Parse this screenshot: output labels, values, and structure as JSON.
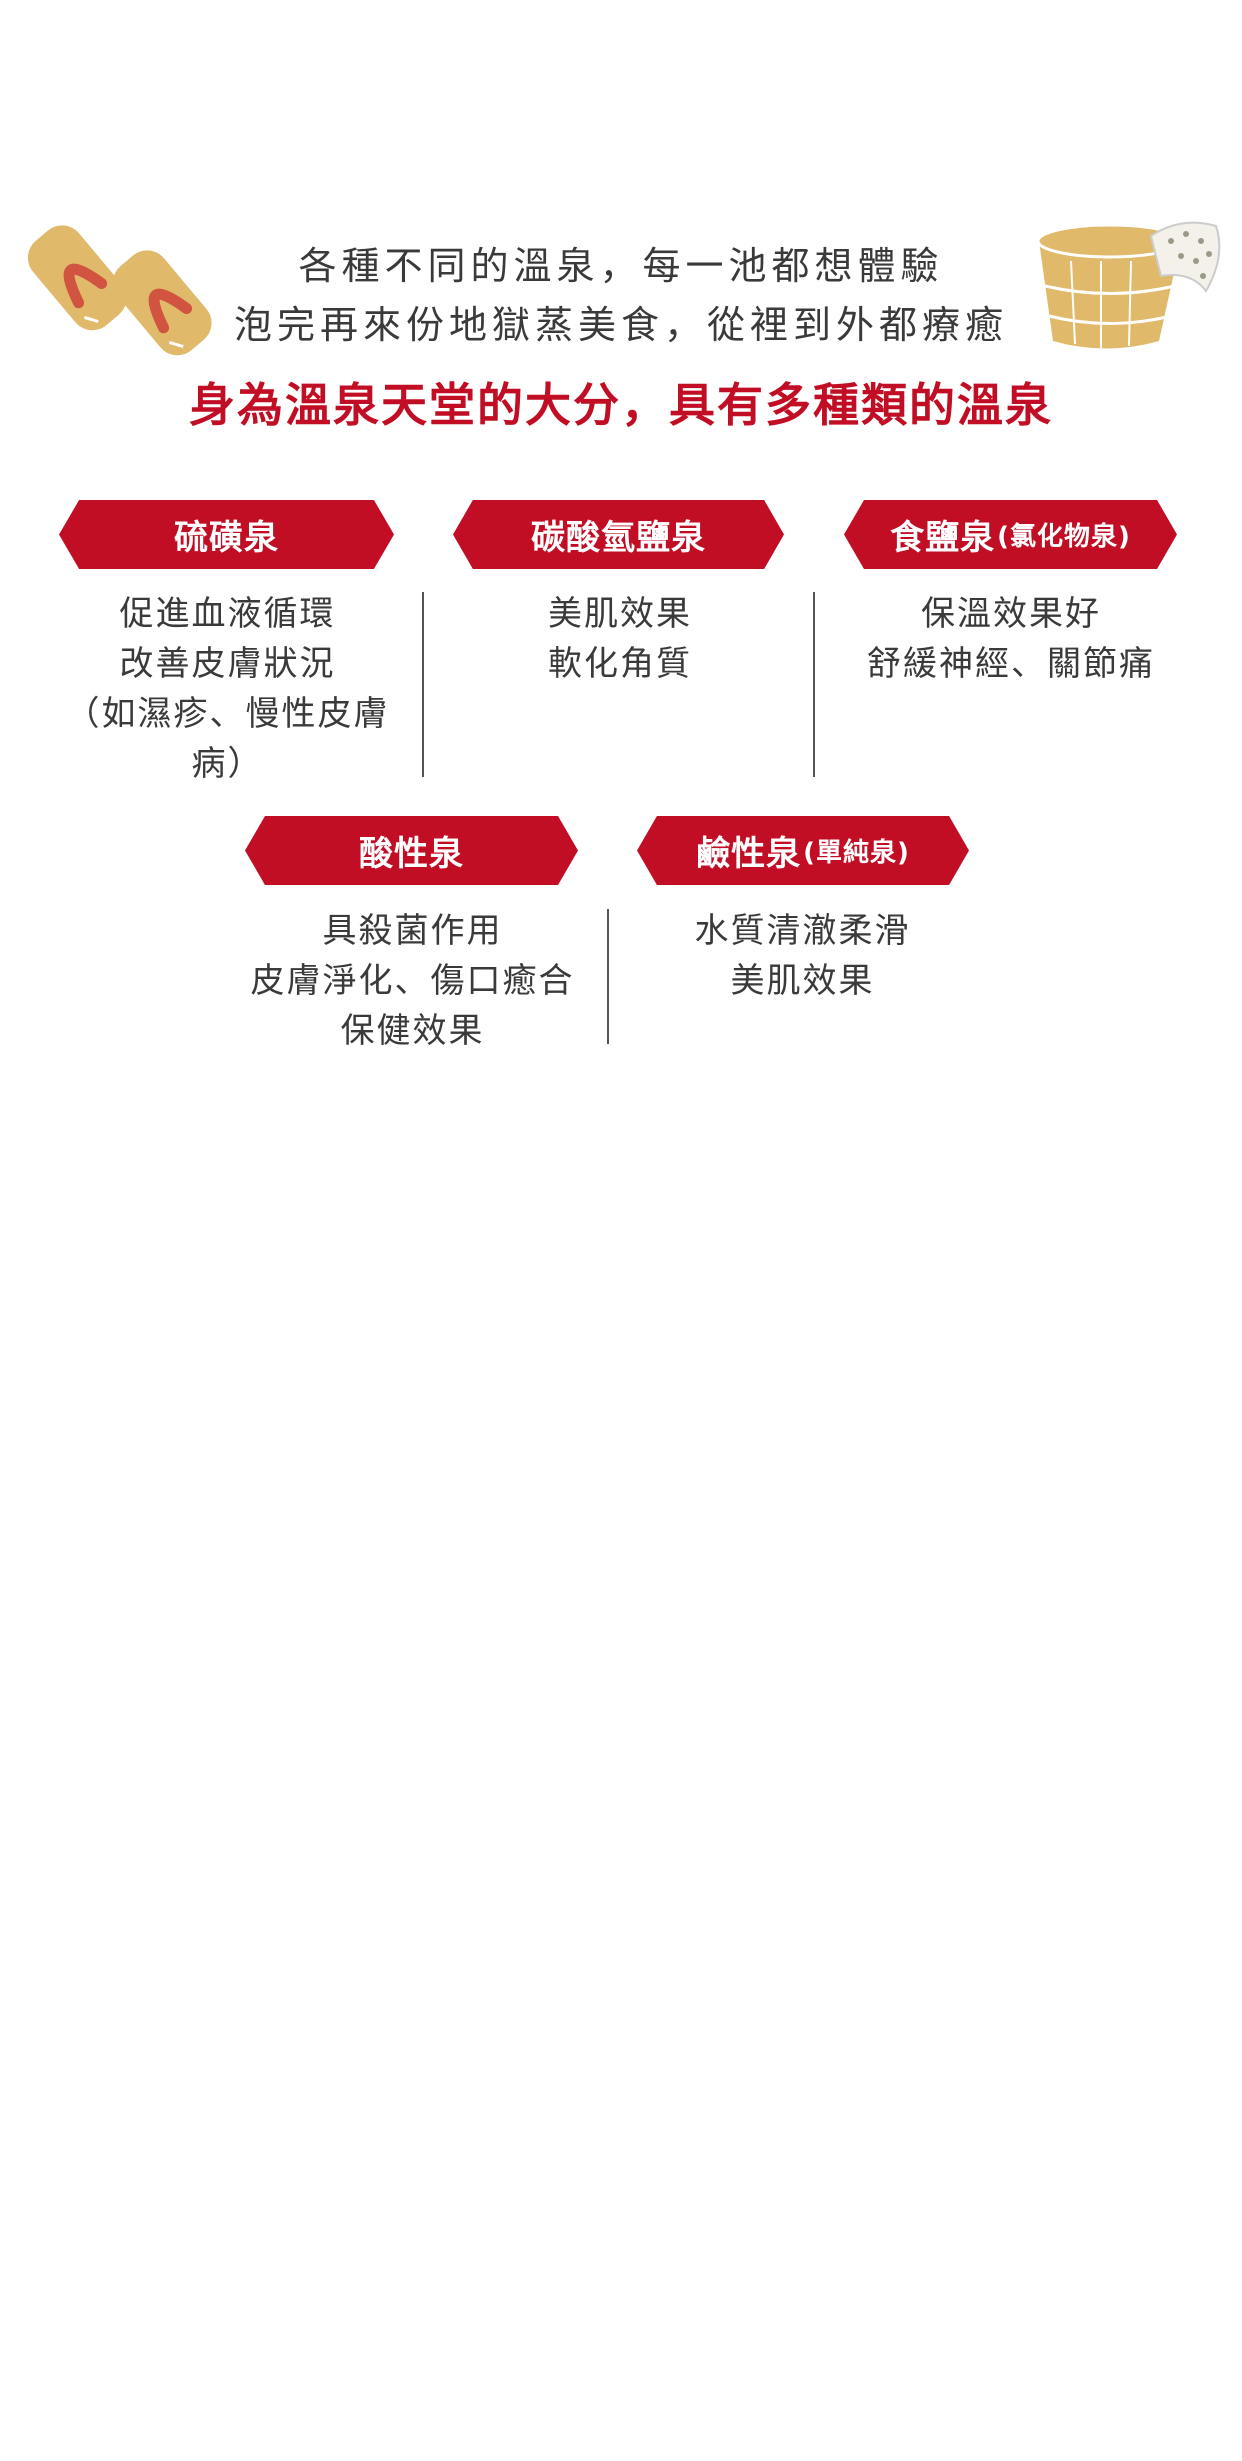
{
  "intro": {
    "line1": "各種不同的溫泉，每一池都想體驗",
    "line2": "泡完再來份地獄蒸美食，從裡到外都療癒"
  },
  "headline": "身為溫泉天堂的大分，具有多種類的溫泉",
  "colors": {
    "accent": "#c20e25",
    "gold": "#e0b96a",
    "text": "#3a3a3a"
  },
  "springs": [
    {
      "name": "硫磺泉",
      "sub": "",
      "lines": [
        "促進血液循環",
        "改善皮膚狀況",
        "（如濕疹、慢性皮膚",
        "病）"
      ]
    },
    {
      "name": "碳酸氫鹽泉",
      "sub": "",
      "lines": [
        "美肌效果",
        "軟化角質"
      ]
    },
    {
      "name": "食鹽泉",
      "sub": "(氯化物泉)",
      "lines": [
        "保溫效果好",
        "舒緩神經、關節痛"
      ]
    },
    {
      "name": "酸性泉",
      "sub": "",
      "lines": [
        "具殺菌作用",
        "皮膚淨化、傷口癒合",
        "保健效果"
      ]
    },
    {
      "name": "鹼性泉",
      "sub": "(單純泉)",
      "lines": [
        "水質清澈柔滑",
        "美肌效果"
      ]
    }
  ]
}
